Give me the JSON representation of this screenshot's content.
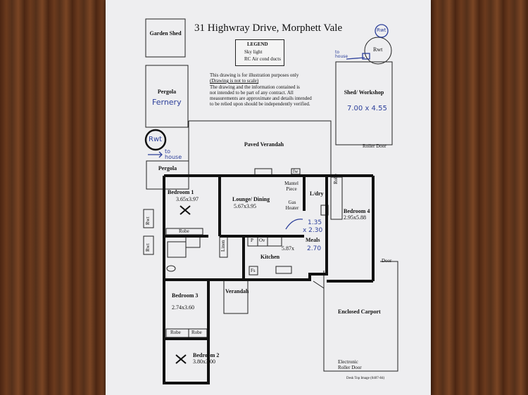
{
  "title": "31 Highwray Drive, Morphett Vale",
  "legend": {
    "heading": "LEGEND",
    "items": [
      "Sky light",
      "RC Air cond ducts"
    ]
  },
  "disclaimer": {
    "line1": "This drawing is for illustration purposes only",
    "line2": "(Drawing is not to scale)",
    "line3": "The drawing and the information contained is",
    "line4": "not intended to be part of any contract.  All",
    "line5": "measurements are approximate and details intended",
    "line6": "to be relied upon should be independently verified."
  },
  "rooms": {
    "garden_shed": "Garden Shed",
    "pergola_top": "Pergola",
    "pergola_left": "Pergola",
    "shed_workshop": "Shed/ Workshop",
    "paved_verandah": "Paved Verandah",
    "bedroom1": {
      "name": "Bedroom 1",
      "size": "3.65x3.97"
    },
    "lounge": {
      "name": "Lounge/ Dining",
      "size": "5.67x3.95"
    },
    "ldry": "L/dry",
    "bedroom4": {
      "name": "Bedroom 4",
      "size": "2.95x5.88"
    },
    "meals": "Meals",
    "meals_size": "5.87x",
    "kitchen": "Kitchen",
    "bedroom3": {
      "name": "Bedroom 3",
      "size": "2.74x3.60"
    },
    "bedroom2": {
      "name": "Bedroom 2",
      "size": "3.80x3.00"
    },
    "verandah": "Verandah",
    "enclosed_carport": "Enclosed Carport"
  },
  "labels": {
    "mantel_piece": "Mantel Piece",
    "gas_heater": "Gas Heater",
    "robe_b1": "Robe",
    "robe_b4": "Robe",
    "robe_b3_a": "Robe",
    "robe_b3_b": "Robe",
    "linen": "Linen",
    "pantry": "P",
    "oven": "Ov",
    "fridge": "Fs",
    "fw": "fw",
    "roller_door": "Roller Door",
    "door": "Door",
    "electronic_roller_door": "Electronic Roller Door",
    "rwt_a": "Rwt",
    "rwt_b": "Rwt",
    "rwt_c": "Rwt",
    "footer": "Desk Top Image (0407-84)"
  },
  "handwritten": {
    "rwt_circle_top": "Rwt",
    "rwt_tank": "Rwt",
    "to_house_top": "to house",
    "fernery": "Fernery",
    "shed_size": "7.00 x 4.55",
    "rwt_circle_left": "Rwt",
    "to_house_left": "to house",
    "meals_w": "1.35",
    "meals_x": "x 2.30",
    "meals_h": "2.70"
  },
  "colors": {
    "ink": "#2c3f9a",
    "wall": "#111111",
    "paper": "#eeeef0"
  }
}
